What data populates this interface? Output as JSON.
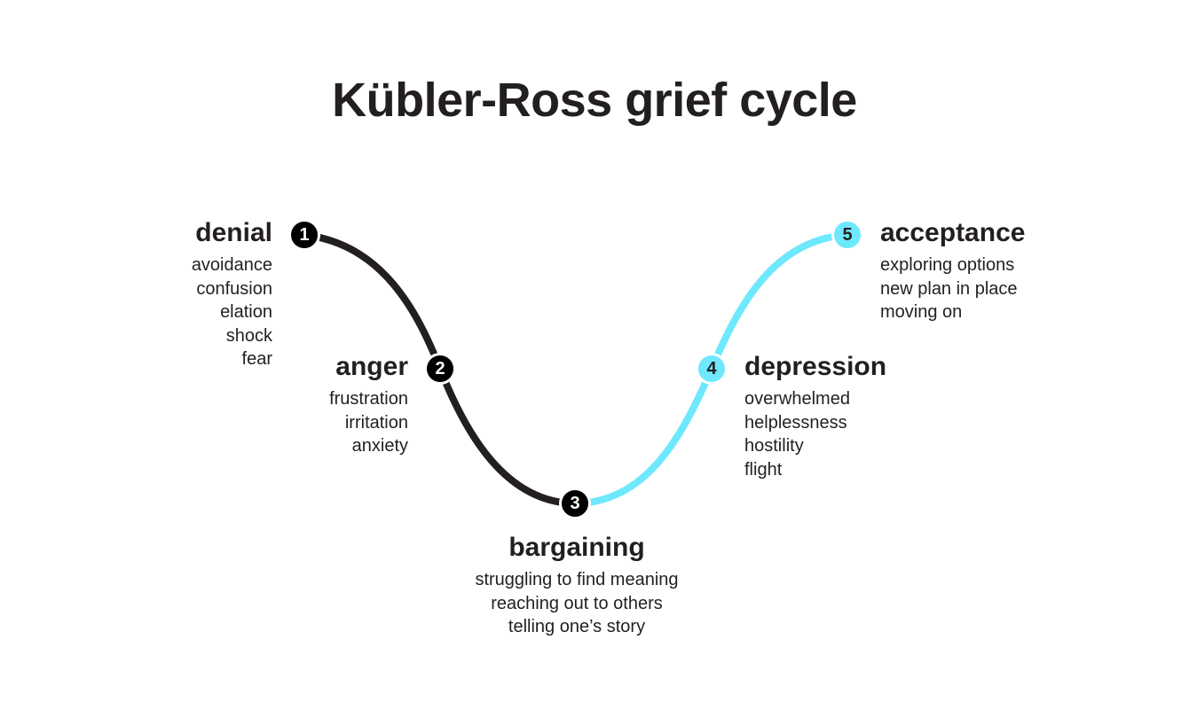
{
  "title": "Kübler-Ross grief cycle",
  "colors": {
    "dark_path": "#231f20",
    "light_path": "#6ee8fc",
    "dark_marker": "#000000"
  },
  "stages": [
    {
      "number": "1",
      "name": "denial",
      "items": [
        "avoidance",
        "confusion",
        "elation",
        "shock",
        "fear"
      ]
    },
    {
      "number": "2",
      "name": "anger",
      "items": [
        "frustration",
        "irritation",
        "anxiety"
      ]
    },
    {
      "number": "3",
      "name": "bargaining",
      "items": [
        "struggling to find meaning",
        "reaching out to others",
        "telling one’s story"
      ]
    },
    {
      "number": "4",
      "name": "depression",
      "items": [
        "overwhelmed",
        "helplessness",
        "hostility",
        "flight"
      ]
    },
    {
      "number": "5",
      "name": "acceptance",
      "items": [
        "exploring options",
        "new plan in place",
        "moving on"
      ]
    }
  ]
}
